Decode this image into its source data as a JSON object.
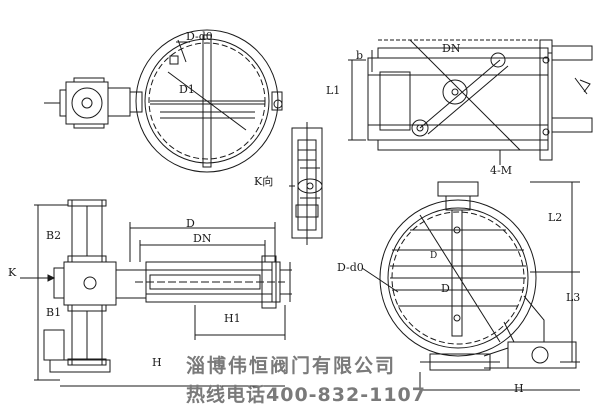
{
  "labels": {
    "top_left_d_d0": "D-d0",
    "top_left_d1": "D1",
    "k_view": "K向",
    "top_right_b": "b",
    "top_right_dn": "DN",
    "top_right_l1": "L1",
    "top_right_4m": "4-M",
    "bottom_left_b2": "B2",
    "bottom_left_k": "K",
    "bottom_left_b1": "B1",
    "bottom_left_d": "D",
    "bottom_left_dn": "DN",
    "bottom_left_h1": "H1",
    "bottom_left_h": "H",
    "bottom_right_l2": "L2",
    "bottom_right_l3": "L3",
    "bottom_right_d_d0": "D-d0",
    "bottom_right_d_circle": "D",
    "bottom_right_d_diag": "D",
    "bottom_right_h": "H"
  },
  "watermark": {
    "company": "淄博伟恒阀门有限公司",
    "hotline": "热线电话400-832-1107"
  }
}
